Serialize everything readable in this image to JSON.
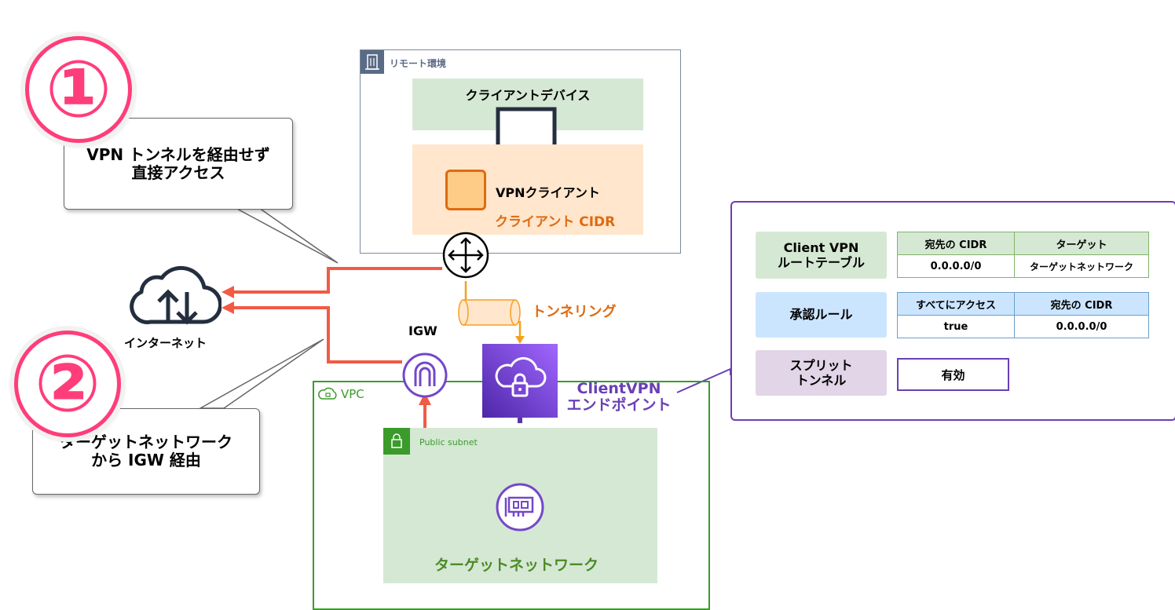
{
  "callouts": {
    "one": {
      "number": "①",
      "text_line1": "VPN トンネルを経由せず",
      "text_line2": "直接アクセス"
    },
    "two": {
      "number": "②",
      "text_line1": "ターゲットネットワーク",
      "text_line2": "から IGW 経由"
    }
  },
  "remote": {
    "title": "リモート環境",
    "client_device": "クライアントデバイス",
    "vpn_client": "VPNクライアント",
    "client_cidr": "クライアント CIDR"
  },
  "internet": {
    "label": "インターネット"
  },
  "tunneling": {
    "label": "トンネリング"
  },
  "igw": {
    "label": "IGW"
  },
  "vpc": {
    "label": "VPC",
    "subnet_label": "Public subnet",
    "target_network": "ターゲットネットワーク"
  },
  "endpoint": {
    "line1": "ClientVPN",
    "line2": "エンドポイント"
  },
  "settings": {
    "route_table": {
      "label_line1": "Client VPN",
      "label_line2": "ルートテーブル",
      "headers": [
        "宛先の CIDR",
        "ターゲット"
      ],
      "rows": [
        [
          "0.0.0.0/0",
          "ターゲットネットワーク"
        ]
      ]
    },
    "auth_rules": {
      "label": "承認ルール",
      "headers": [
        "すべてにアクセス",
        "宛先の CIDR"
      ],
      "rows": [
        [
          "true",
          "0.0.0.0/0"
        ]
      ]
    },
    "split_tunnel": {
      "label_line1": "スプリット",
      "label_line2": "トンネル",
      "value": "有効"
    }
  },
  "colors": {
    "accent_pink": "#ff3d7a",
    "route_red": "#f25a45",
    "tunnel_orange": "#f5a020",
    "endpoint_purple": "#6a3fb5",
    "vpc_green": "#3a9b2a"
  },
  "icons": [
    "building-icon",
    "laptop-icon",
    "router-icon",
    "cloud-internet-icon",
    "igw-icon",
    "vpn-endpoint-icon",
    "lock-icon",
    "network-interface-icon"
  ]
}
